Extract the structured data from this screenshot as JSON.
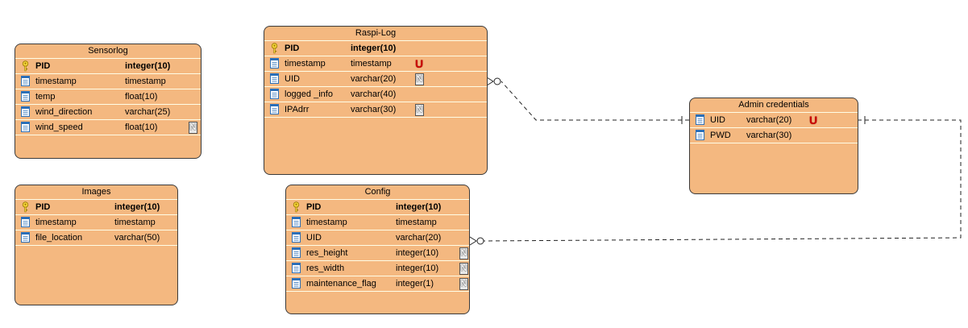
{
  "entities": {
    "sensorlog": {
      "title": "Sensorlog",
      "columns": [
        {
          "name": "PID",
          "type": "integer(10)",
          "pk": true,
          "badge": ""
        },
        {
          "name": "timestamp",
          "type": "timestamp",
          "pk": false,
          "badge": ""
        },
        {
          "name": "temp",
          "type": "float(10)",
          "pk": false,
          "badge": ""
        },
        {
          "name": "wind_direction",
          "type": "varchar(25)",
          "pk": false,
          "badge": ""
        },
        {
          "name": "wind_speed",
          "type": "float(10)",
          "pk": false,
          "badge": "N"
        }
      ]
    },
    "images": {
      "title": "Images",
      "columns": [
        {
          "name": "PID",
          "type": "integer(10)",
          "pk": true,
          "badge": ""
        },
        {
          "name": "timestamp",
          "type": "timestamp",
          "pk": false,
          "badge": ""
        },
        {
          "name": "file_location",
          "type": "varchar(50)",
          "pk": false,
          "badge": ""
        }
      ]
    },
    "raspi_log": {
      "title": "Raspi-Log",
      "columns": [
        {
          "name": "PID",
          "type": "integer(10)",
          "pk": true,
          "badge": ""
        },
        {
          "name": "timestamp",
          "type": "timestamp",
          "pk": false,
          "badge": "U"
        },
        {
          "name": "UID",
          "type": "varchar(20)",
          "pk": false,
          "badge": "N"
        },
        {
          "name": "logged _info",
          "type": "varchar(40)",
          "pk": false,
          "badge": ""
        },
        {
          "name": "IPAdrr",
          "type": "varchar(30)",
          "pk": false,
          "badge": "N"
        }
      ]
    },
    "config": {
      "title": "Config",
      "columns": [
        {
          "name": "PID",
          "type": "integer(10)",
          "pk": true,
          "badge": ""
        },
        {
          "name": "timestamp",
          "type": "timestamp",
          "pk": false,
          "badge": ""
        },
        {
          "name": "UID",
          "type": "varchar(20)",
          "pk": false,
          "badge": ""
        },
        {
          "name": "res_height",
          "type": "integer(10)",
          "pk": false,
          "badge": "N"
        },
        {
          "name": "res_width",
          "type": "integer(10)",
          "pk": false,
          "badge": "N"
        },
        {
          "name": "maintenance_flag",
          "type": "integer(1)",
          "pk": false,
          "badge": "N"
        }
      ]
    },
    "admin_credentials": {
      "title": "Admin credentials",
      "columns": [
        {
          "name": "UID",
          "type": "varchar(20)",
          "pk": false,
          "badge": "U"
        },
        {
          "name": "PWD",
          "type": "varchar(30)",
          "pk": false,
          "badge": ""
        }
      ]
    }
  },
  "relationships": [
    {
      "from": "admin_credentials.UID",
      "to": "raspi_log.UID",
      "from_end": "one",
      "to_end": "zero-or-many",
      "style": "dashed"
    },
    {
      "from": "admin_credentials.UID",
      "to": "config.UID",
      "from_end": "one",
      "to_end": "zero-or-many",
      "style": "dashed"
    }
  ],
  "colors": {
    "entity_fill": "#f4b880",
    "entity_border": "#3a3a3a",
    "row_separator": "#fffde6",
    "unique_badge": "#cc0000",
    "connector": "#222222"
  }
}
